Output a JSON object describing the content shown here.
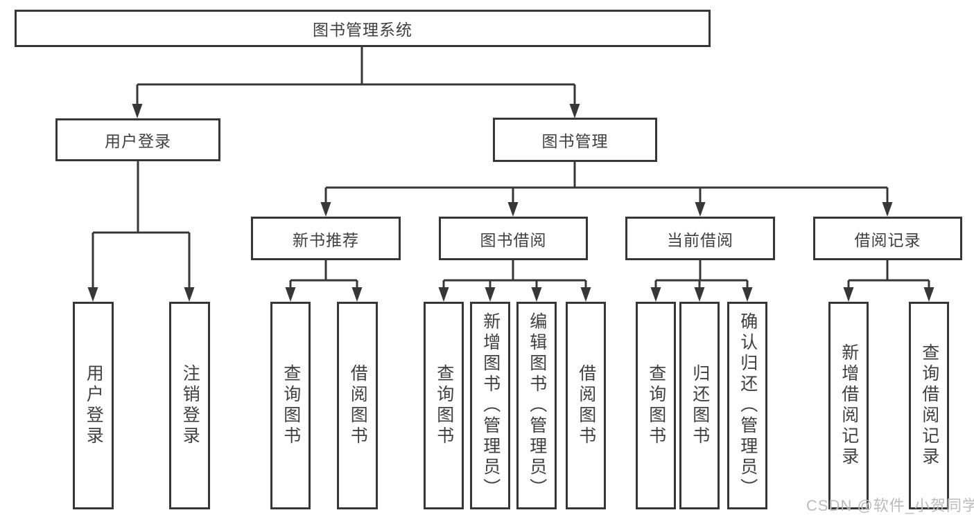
{
  "tree": {
    "root": "图书管理系统",
    "branches": [
      {
        "label": "用户登录",
        "children": [
          "用户登录",
          "注销登录"
        ]
      },
      {
        "label": "图书管理",
        "groups": [
          {
            "label": "新书推荐",
            "children": [
              "查询图书",
              "借阅图书"
            ]
          },
          {
            "label": "图书借阅",
            "children": [
              "查询图书",
              "新增图书（管理员）",
              "编辑图书（管理员）",
              "借阅图书"
            ]
          },
          {
            "label": "当前借阅",
            "children": [
              "查询图书",
              "归还图书",
              "确认归还（管理员）"
            ]
          },
          {
            "label": "借阅记录",
            "children": [
              "新增借阅记录",
              "查询借阅记录"
            ]
          }
        ]
      }
    ]
  },
  "watermark": {
    "text": "CSDN @软件_小贺同学"
  },
  "colors": {
    "line": "#373737",
    "border": "#373737",
    "text": "#3f3f3f",
    "watermark": "#bcbcbc",
    "background": "#ffffff"
  }
}
